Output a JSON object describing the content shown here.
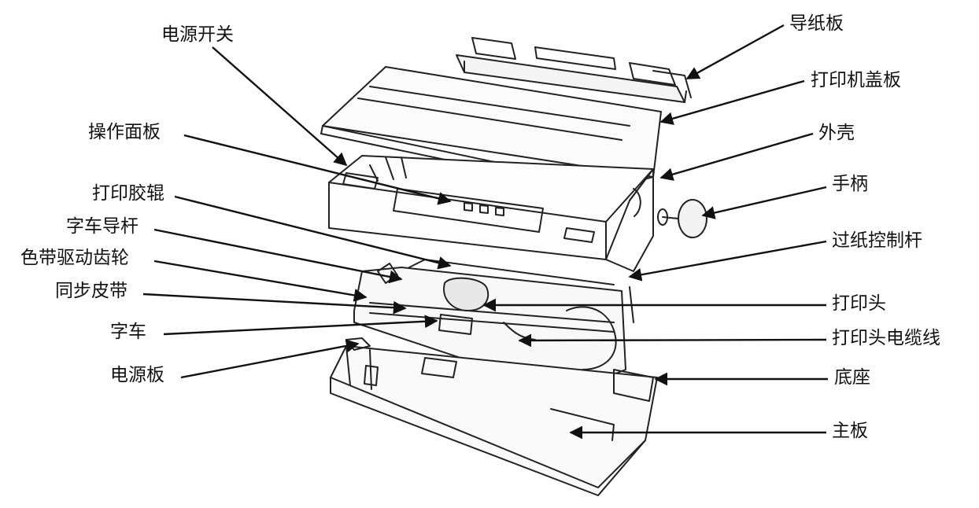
{
  "labels": {
    "power_switch": "电源开关",
    "control_panel": "操作面板",
    "platen": "打印胶辊",
    "carriage_guide_rod": "字车导杆",
    "ribbon_drive_gear": "色带驱动齿轮",
    "timing_belt": "同步皮带",
    "carriage": "字车",
    "power_board": "电源板",
    "paper_guide": "导纸板",
    "printer_cover": "打印机盖板",
    "housing": "外壳",
    "knob": "手柄",
    "paper_release_lever": "过纸控制杆",
    "print_head": "打印头",
    "print_head_cable": "打印头电缆线",
    "base": "底座",
    "main_board": "主板"
  }
}
